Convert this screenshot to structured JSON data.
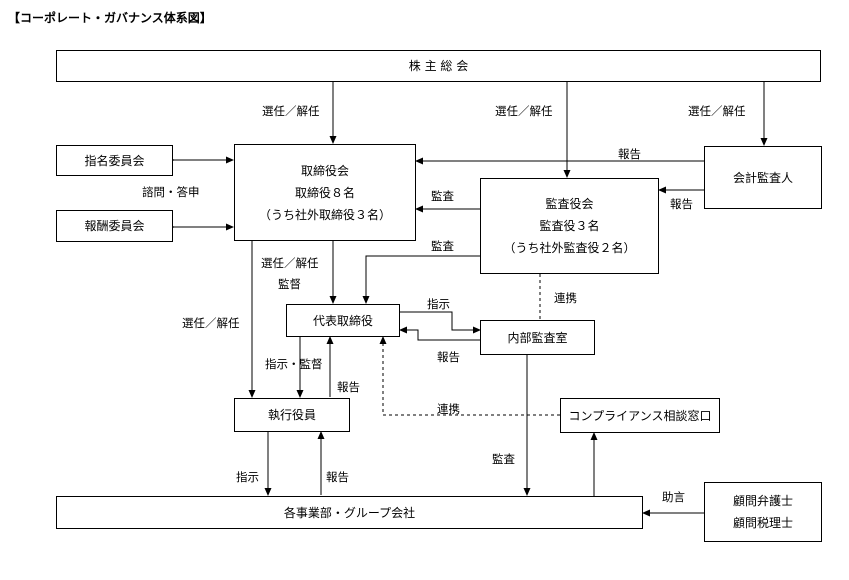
{
  "title": "【コーポレート・ガバナンス体系図】",
  "boxes": {
    "shareholders": "株 主 総 会",
    "nomination": "指名委員会",
    "compensation": "報酬委員会",
    "board": [
      "取締役会",
      "取締役８名",
      "（うち社外取締役３名）"
    ],
    "audit_board": [
      "監査役会",
      "監査役３名",
      "（うち社外監査役２名）"
    ],
    "auditor": "会計監査人",
    "president": "代表取締役",
    "internal_audit": "内部監査室",
    "executives": "執行役員",
    "compliance": "コンプライアンス相談窓口",
    "divisions": "各事業部・グループ会社",
    "advisors": [
      "顧問弁護士",
      "顧問税理士"
    ]
  },
  "labels": {
    "elect1": "選任／解任",
    "elect2": "選任／解任",
    "elect3": "選任／解任",
    "report_auditor_board": "報告",
    "report_auditor_audit": "報告",
    "consult": "諮問・答申",
    "audit_board1": "監査",
    "audit_board2": "監査",
    "elect_supervise": "選任／解任",
    "supervise": "監督",
    "elect_exec": "選任／解任",
    "instruct_internal": "指示",
    "report_internal": "報告",
    "coop_audit": "連携",
    "instruct_supervise": "指示・監督",
    "report_exec": "報告",
    "coop_compliance": "連携",
    "instruct_div": "指示",
    "report_div": "報告",
    "audit_div": "監査",
    "advice": "助言"
  }
}
